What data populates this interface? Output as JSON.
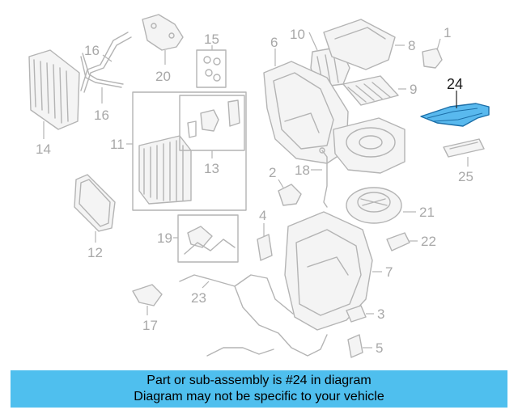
{
  "diagram": {
    "callouts": [
      "1",
      "2",
      "3",
      "4",
      "5",
      "6",
      "7",
      "8",
      "9",
      "10",
      "11",
      "12",
      "13",
      "14",
      "15",
      "16",
      "16",
      "17",
      "18",
      "19",
      "20",
      "21",
      "22",
      "23",
      "24",
      "25"
    ],
    "highlighted_part": "24",
    "highlight_color": "#59b9ee",
    "part_line_color": "#b4b4b4"
  },
  "caption": {
    "line1": "Part or sub-assembly is #24 in diagram",
    "line2": "Diagram may not be specific to your vehicle",
    "background": "#4fbfee"
  }
}
